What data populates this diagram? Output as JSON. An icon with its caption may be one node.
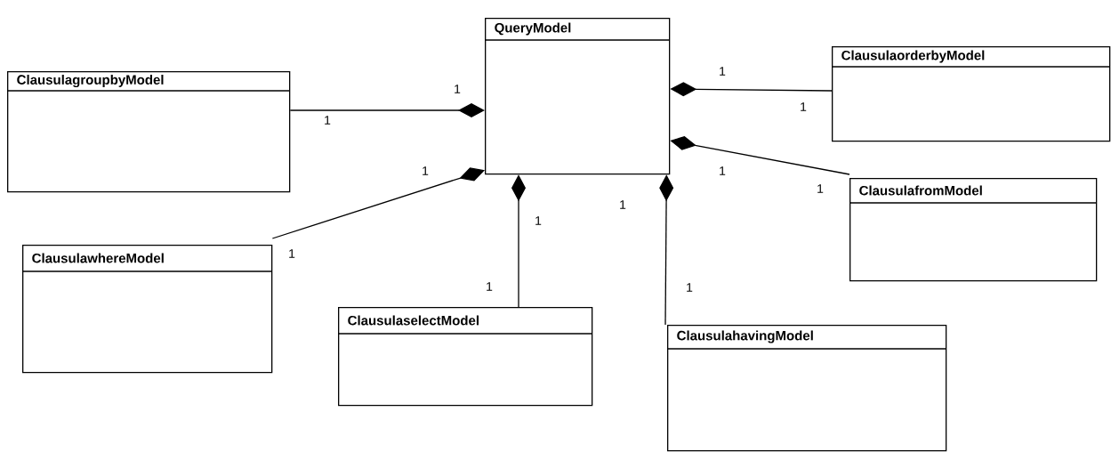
{
  "diagram": {
    "nodes": [
      {
        "text": [
          "QueryModel"
        ]
      },
      {
        "text": [
          "ClausulagroupbyModel"
        ]
      },
      {
        "text": [
          "ClausulaorderbyModel"
        ]
      },
      {
        "text": [
          "ClausulafromModel"
        ]
      },
      {
        "text": [
          "ClausulawhereModel"
        ]
      },
      {
        "text": [
          "ClausulaselectModel"
        ]
      },
      {
        "text": [
          "ClausulahavingModel"
        ]
      }
    ],
    "edges": [
      {
        "from": 1,
        "to": 0,
        "arrow": "other"
      },
      {
        "from": 2,
        "to": 0,
        "arrow": "other"
      },
      {
        "from": 3,
        "to": 0,
        "arrow": "other"
      },
      {
        "from": 4,
        "to": 0,
        "arrow": "other"
      },
      {
        "from": 5,
        "to": 0,
        "arrow": "other"
      },
      {
        "from": 6,
        "to": 0,
        "arrow": "other"
      }
    ],
    "labels": [
      "1",
      "1",
      "1",
      "1",
      "1",
      "1",
      "1",
      "1",
      "1",
      "1",
      "1",
      "1"
    ]
  }
}
